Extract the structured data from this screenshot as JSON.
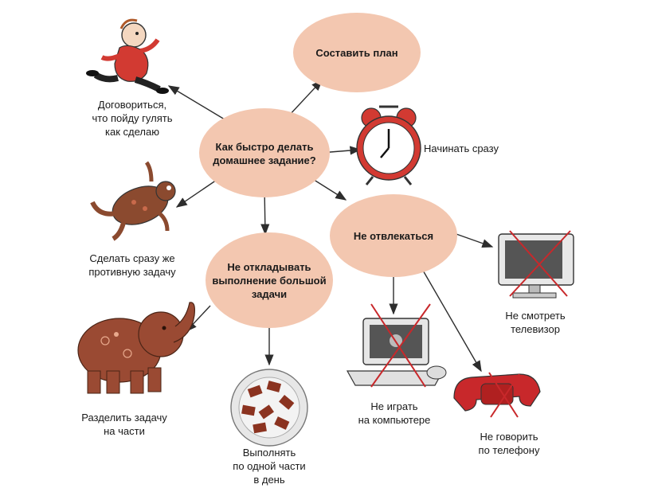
{
  "diagram": {
    "center": {
      "text": "Как быстро делать\nдомашнее задание?"
    },
    "plan": {
      "text": "Составить план"
    },
    "no_distract": {
      "text": "Не отвлекаться"
    },
    "no_delay": {
      "text": "Не откладывать\nвыполнение большой\nзадачи"
    },
    "labels": {
      "walk": "Договориться,\nчто пойду гулять\nкак сделаю",
      "start_now": "Начинать сразу",
      "frog": "Сделать сразу же\nпротивную задачу",
      "tv": "Не смотреть\nтелевизор",
      "computer": "Не играть\nна компьютере",
      "phone": "Не говорить\nпо телефону",
      "elephant": "Разделить задачу\nна части",
      "pieces": "Выполнять\nпо одной части\nв день"
    },
    "illustrations": [
      "running-man",
      "alarm-clock",
      "frog",
      "tv",
      "computer",
      "phone",
      "elephant",
      "chocolate-plate"
    ],
    "colors": {
      "node_fill": "#f3c7b0",
      "arrow": "#2d2d2d",
      "accent_red": "#c8282b",
      "brown": "#7a3a24"
    }
  }
}
